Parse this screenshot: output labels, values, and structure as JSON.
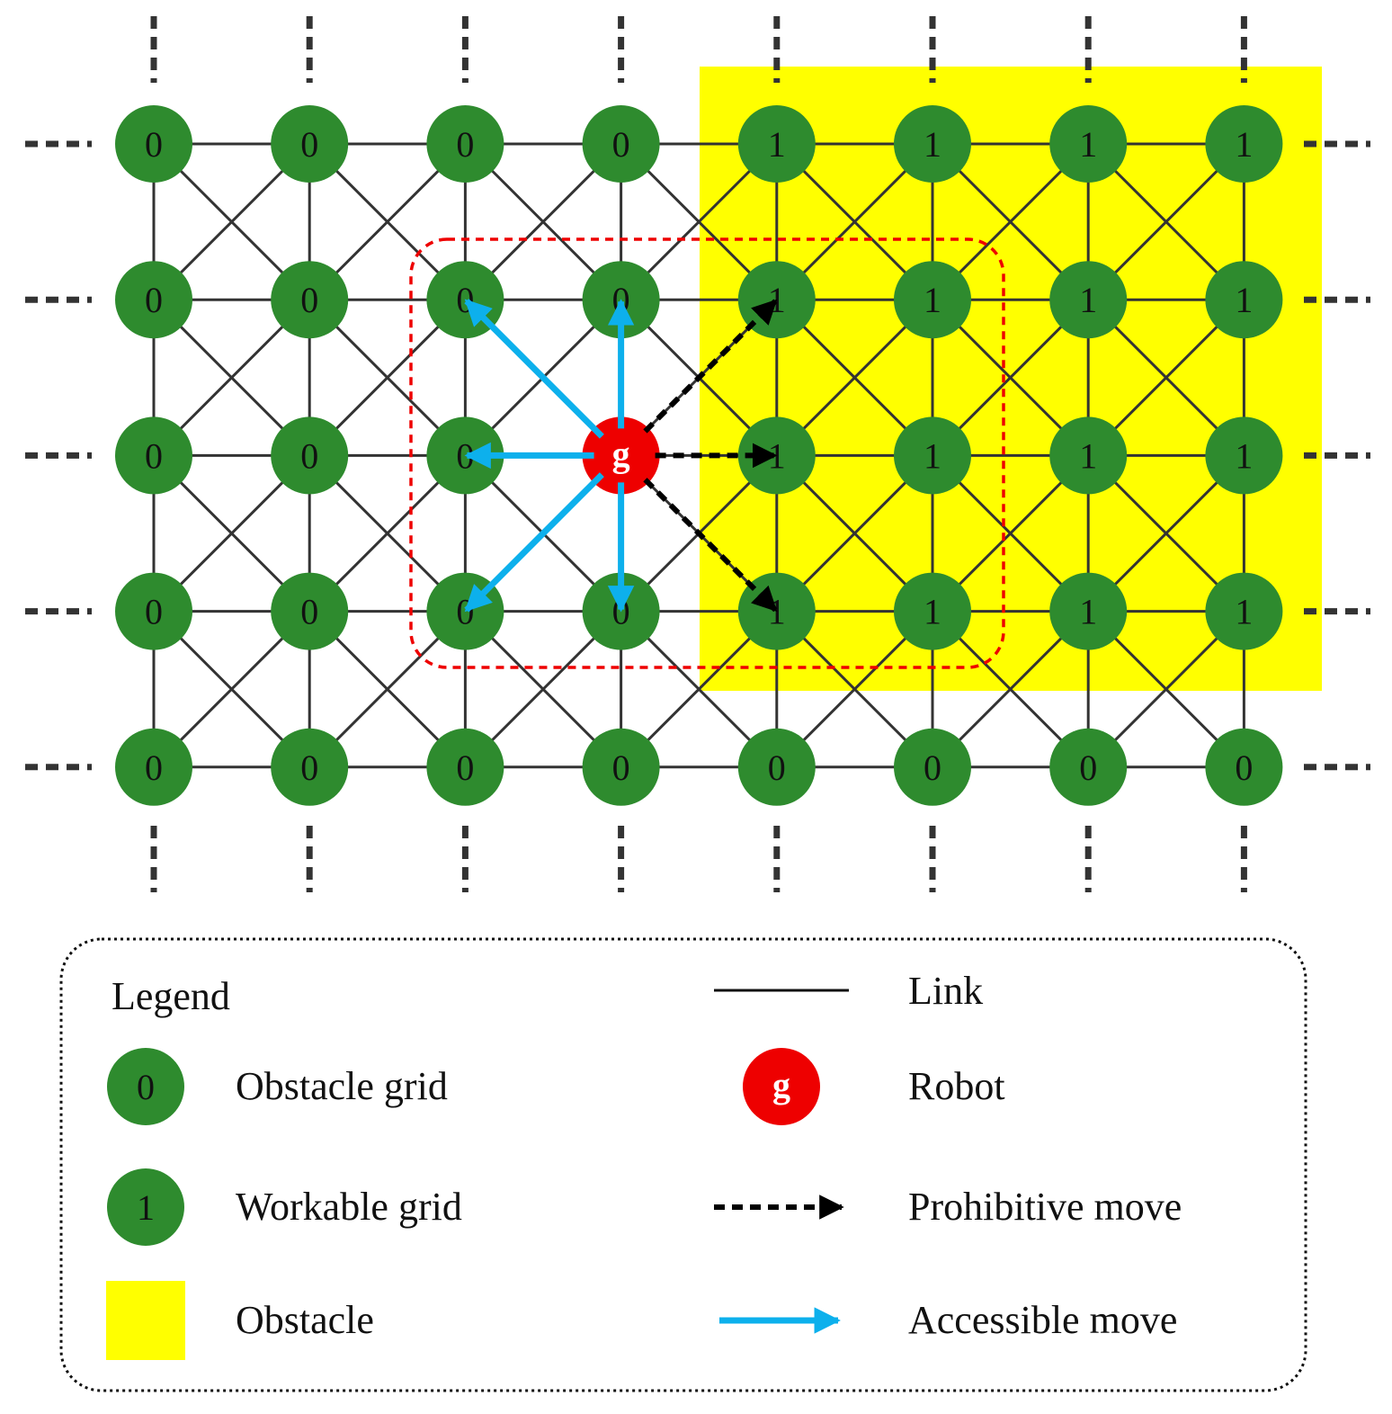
{
  "grid": {
    "rows": [
      [
        "0",
        "0",
        "0",
        "0",
        "1",
        "1",
        "1",
        "1"
      ],
      [
        "0",
        "0",
        "0",
        "0",
        "1",
        "1",
        "1",
        "1"
      ],
      [
        "0",
        "0",
        "0",
        "g",
        "1",
        "1",
        "1",
        "1"
      ],
      [
        "0",
        "0",
        "0",
        "0",
        "1",
        "1",
        "1",
        "1"
      ],
      [
        "0",
        "0",
        "0",
        "0",
        "0",
        "0",
        "0",
        "0"
      ]
    ],
    "robot_label": "g"
  },
  "moves": {
    "accessible": [
      [
        1,
        2
      ],
      [
        1,
        3
      ],
      [
        2,
        2
      ],
      [
        3,
        2
      ],
      [
        3,
        3
      ]
    ],
    "prohibitive": [
      [
        1,
        4
      ],
      [
        2,
        4
      ],
      [
        3,
        4
      ]
    ]
  },
  "legend": {
    "title": "Legend",
    "items": [
      {
        "symbol": "0",
        "label": "Obstacle grid"
      },
      {
        "symbol": "1",
        "label": "Workable grid"
      },
      {
        "symbol": "",
        "label": "Obstacle"
      },
      {
        "symbol": "",
        "label": "Link"
      },
      {
        "symbol": "g",
        "label": "Robot"
      },
      {
        "symbol": "",
        "label": "Prohibitive move"
      },
      {
        "symbol": "",
        "label": "Accessible move"
      }
    ]
  },
  "colors": {
    "node": "#2e8b2e",
    "robot": "#ee0000",
    "obstacle": "#ffff00",
    "link": "#333333",
    "accessible": "#0db0ec",
    "prohibitive": "#000000",
    "neighborhood": "#ee0000"
  }
}
